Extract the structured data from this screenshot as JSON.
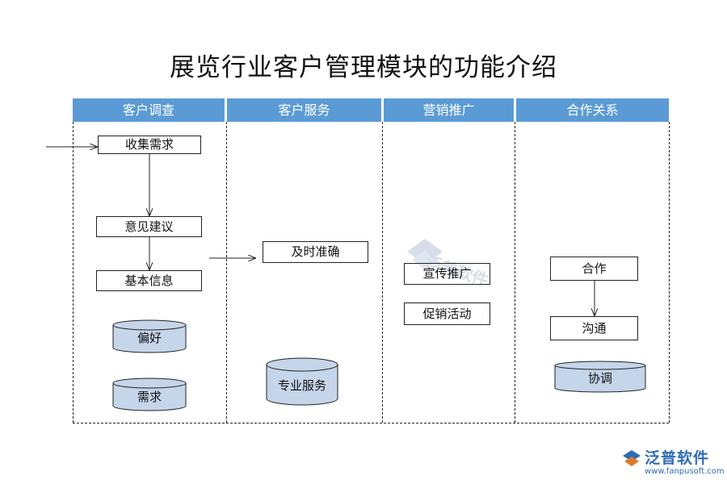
{
  "title": "展览行业客户管理模块的功能介绍",
  "lanes": [
    {
      "label": "客户调查"
    },
    {
      "label": "客户服务"
    },
    {
      "label": "营销推广"
    },
    {
      "label": "合作关系"
    }
  ],
  "nodes": {
    "collect_demand": "收集需求",
    "opinion_suggestion": "意见建议",
    "basic_info": "基本信息",
    "preference": "偏好",
    "demand": "需求",
    "timely_accurate": "及时准确",
    "professional_service": "专业服务",
    "promotion_publicity": "宣传推广",
    "promotion_activity": "促销活动",
    "cooperation": "合作",
    "communication": "沟通",
    "coordination": "协调"
  },
  "watermark": {
    "text": "泛普软件"
  },
  "logo": {
    "name": "泛普软件",
    "url": "www.fanpusoft.com"
  },
  "colors": {
    "header": "#5b9bd5",
    "cylinder": "#c5d5ea",
    "logo": "#2f6db5"
  }
}
